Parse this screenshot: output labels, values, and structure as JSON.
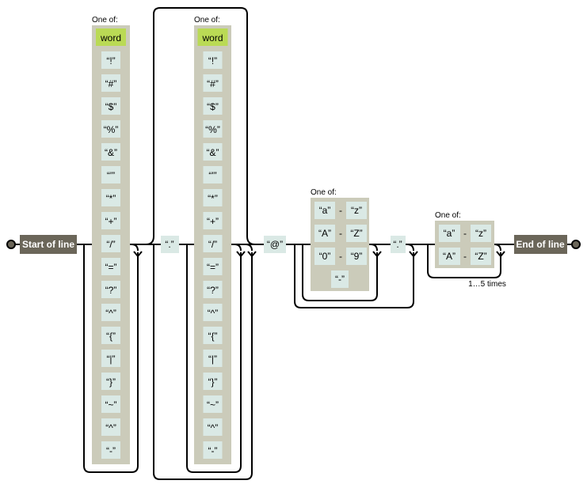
{
  "anchors": {
    "start": "Start of line",
    "end": "End of line"
  },
  "set1": {
    "label": "One of:",
    "items": [
      "word",
      "“!”",
      "“#”",
      "“$”",
      "“%”",
      "“&”",
      "“'”",
      "“*”",
      "“+”",
      "“/”",
      "“=”",
      "“?”",
      "“^”",
      "“{”",
      "“|”",
      "“}”",
      "“~”",
      "“^”",
      "“-”"
    ]
  },
  "set2": {
    "label": "One of:",
    "items": [
      "word",
      "“!”",
      "“#”",
      "“$”",
      "“%”",
      "“&”",
      "“'”",
      "“*”",
      "“+”",
      "“/”",
      "“=”",
      "“?”",
      "“^”",
      "“{”",
      "“|”",
      "“}”",
      "“~”",
      "“^”",
      "“-”"
    ]
  },
  "dot1": "“.”",
  "at": "“@”",
  "set3": {
    "label": "One of:",
    "ranges": [
      {
        "from": "“a”",
        "dash": "-",
        "to": "“z”"
      },
      {
        "from": "“A”",
        "dash": "-",
        "to": "“Z”"
      },
      {
        "from": "“0”",
        "dash": "-",
        "to": "“9”"
      }
    ],
    "extra": "“-”"
  },
  "dot2": "“.”",
  "set4": {
    "label": "One of:",
    "ranges": [
      {
        "from": "“a”",
        "dash": "-",
        "to": "“z”"
      },
      {
        "from": "“A”",
        "dash": "-",
        "to": "“Z”"
      }
    ],
    "repeat": "1…5 times"
  },
  "colors": {
    "rail": "#000000",
    "anchor": "#6b6659",
    "set_bg": "#cbcbba",
    "literal": "#dae9e5",
    "word": "#bada55"
  }
}
